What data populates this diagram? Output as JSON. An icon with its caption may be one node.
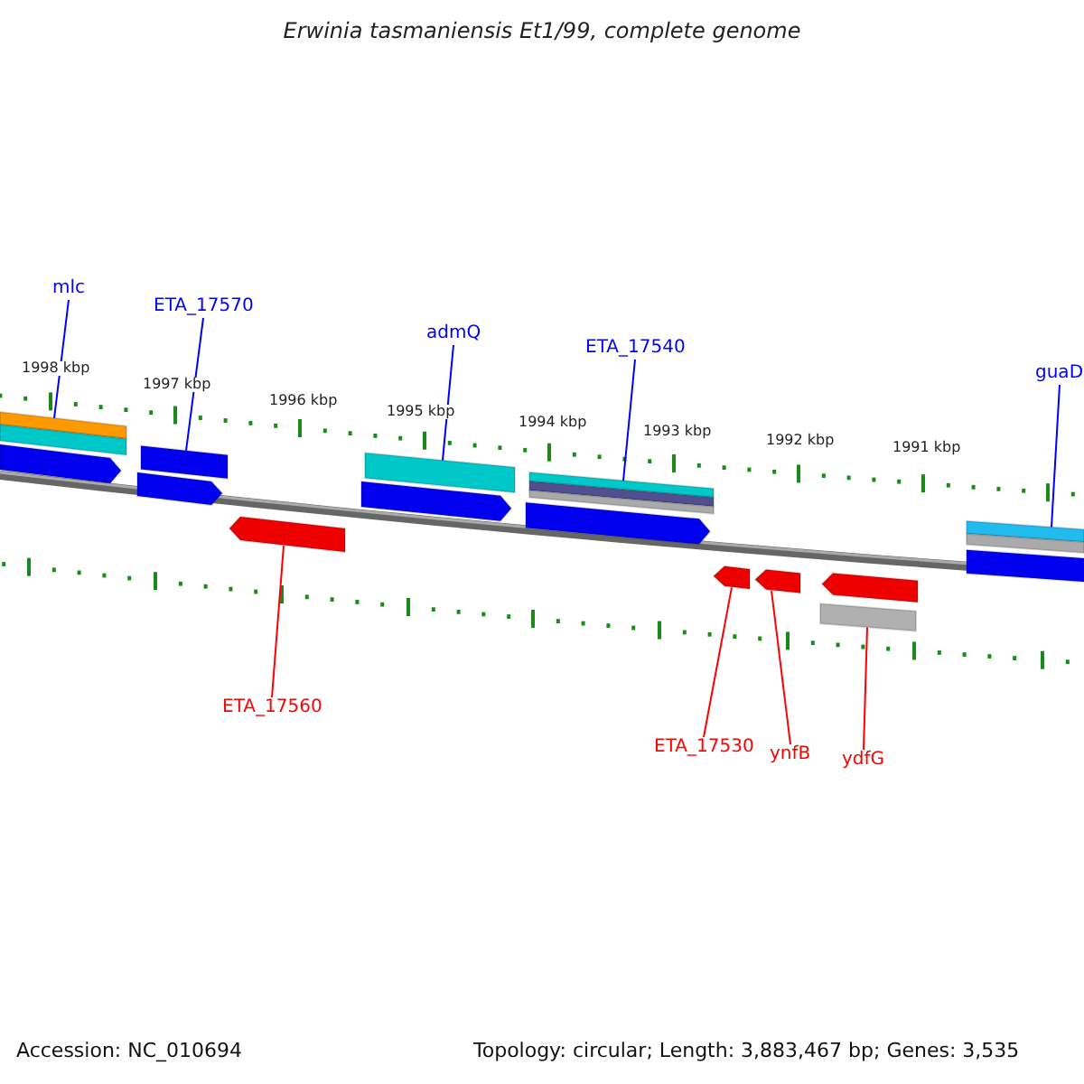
{
  "diagram": {
    "title": "Erwinia tasmaniensis Et1/99, complete genome",
    "nodes": [
      {
        "text": [
          "mlc"
        ]
      },
      {
        "text": [
          "ETA_17570"
        ]
      },
      {
        "text": [
          "admQ"
        ]
      },
      {
        "text": [
          "ETA_17540"
        ]
      },
      {
        "text": [
          "guaD"
        ]
      },
      {
        "text": [
          "ETA_17560"
        ]
      },
      {
        "text": [
          "ETA_17530"
        ]
      },
      {
        "text": [
          "ynfB"
        ]
      },
      {
        "text": [
          "ydfG"
        ]
      },
      {
        "text": [],
        "shape": "bar"
      },
      {
        "text": [],
        "shape": "bar"
      },
      {
        "text": [],
        "shape": "bar"
      },
      {
        "text": [],
        "shape": "bar"
      },
      {
        "text": [],
        "shape": "bar"
      },
      {
        "text": [],
        "shape": "bar"
      },
      {
        "text": [],
        "shape": "bar"
      },
      {
        "text": [],
        "shape": "bar"
      },
      {
        "text": [],
        "shape": "bar"
      }
    ],
    "edges": [
      {
        "from": 0,
        "to": 9,
        "arrow": "none"
      },
      {
        "from": 1,
        "to": 10,
        "arrow": "none"
      },
      {
        "from": 2,
        "to": 12,
        "arrow": "none"
      },
      {
        "from": 3,
        "to": 13,
        "arrow": "none"
      },
      {
        "from": 4,
        "to": 17,
        "arrow": "none"
      },
      {
        "from": 5,
        "to": 11,
        "arrow": "none",
        "color": "#ff0000"
      },
      {
        "from": 6,
        "to": 14,
        "arrow": "none",
        "color": "#ff0000"
      },
      {
        "from": 7,
        "to": 15,
        "arrow": "none",
        "color": "#ff0000"
      },
      {
        "from": 8,
        "to": 16,
        "arrow": "none",
        "color": "#ff0000"
      }
    ],
    "labels": [
      "1998 kbp",
      "1997 kbp",
      "1996 kbp",
      "1995 kbp",
      "1994 kbp",
      "1993 kbp",
      "1992 kbp",
      "1991 kbp",
      "Accession: NC_010694",
      "Topology: circular; Length: 3,883,467 bp; Genes: 3,535"
    ]
  }
}
